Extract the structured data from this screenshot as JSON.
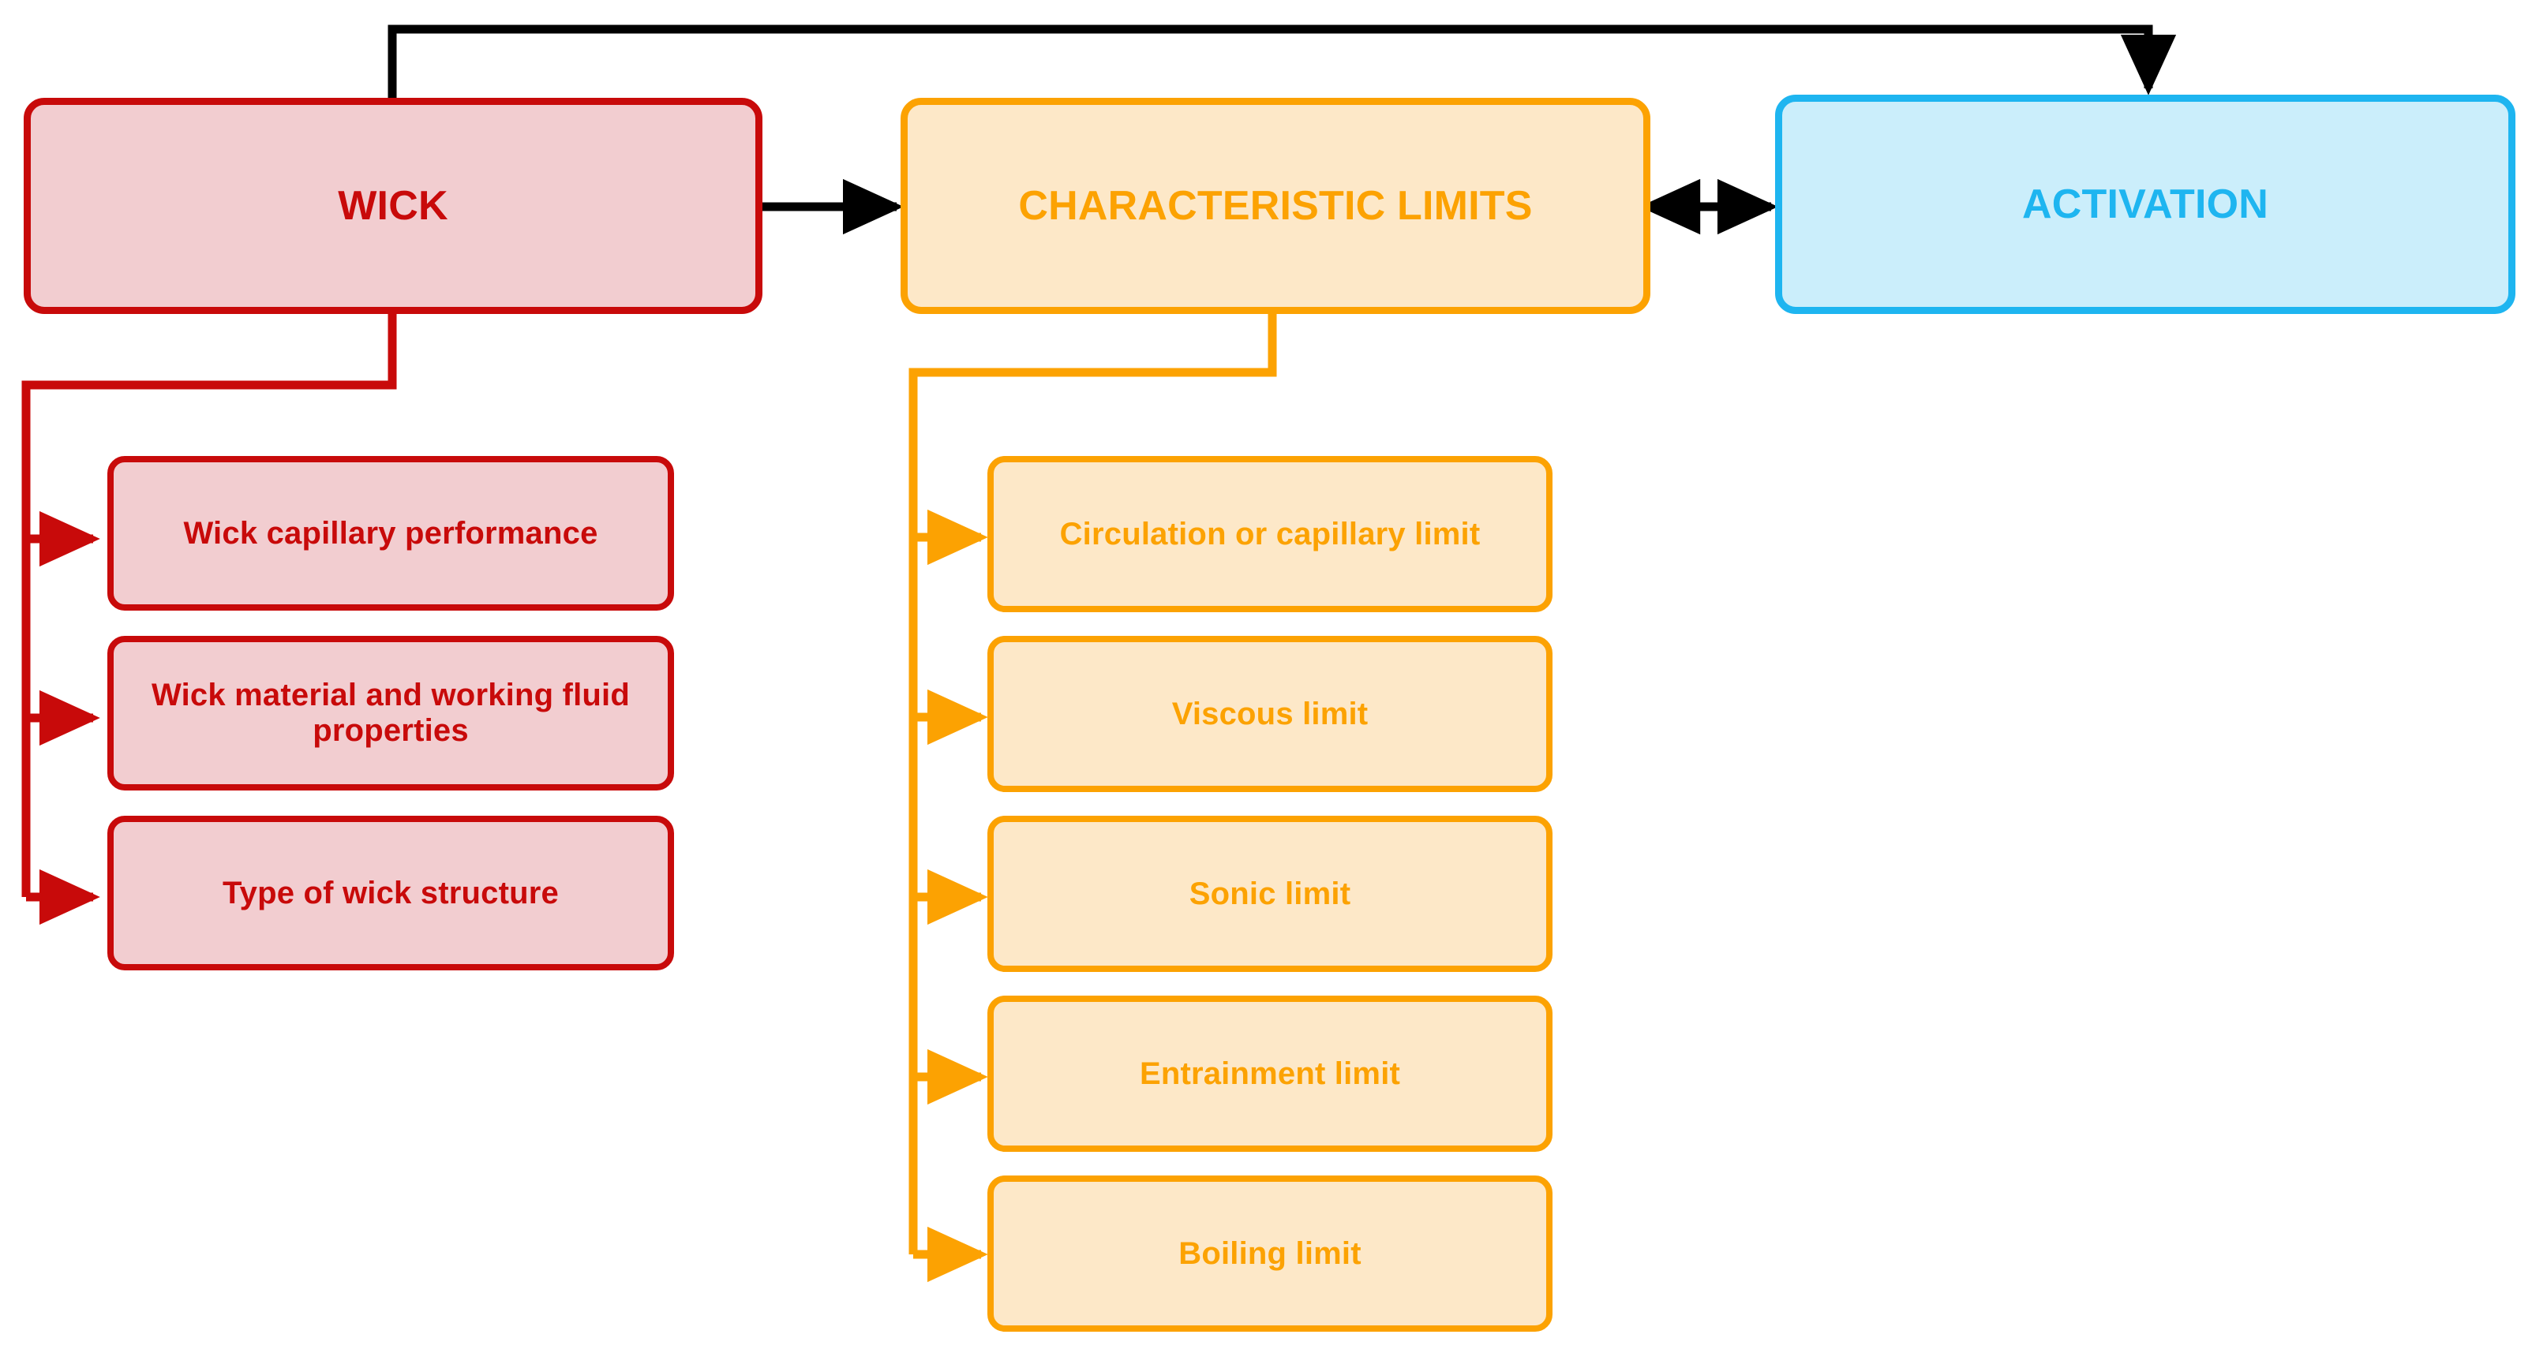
{
  "diagram": {
    "title": "Heat pipe wick and characteristic limits relationship diagram",
    "colors": {
      "red_stroke": "#c80a0a",
      "red_fill": "#f2cdd0",
      "orange_stroke": "#fca202",
      "orange_fill": "#fde8c8",
      "blue_stroke": "#1eb5f0",
      "blue_fill": "#cbeefb",
      "connector_black": "#000000"
    },
    "top_nodes": [
      {
        "id": "wick",
        "label": "WICK",
        "theme": "red"
      },
      {
        "id": "characteristic-limits",
        "label": "CHARACTERISTIC LIMITS",
        "theme": "orange"
      },
      {
        "id": "activation",
        "label": "ACTIVATION",
        "theme": "blue"
      }
    ],
    "wick_children": [
      {
        "id": "wick-capillary-performance",
        "label": "Wick capillary performance"
      },
      {
        "id": "wick-material-and-working-fluid-properties",
        "label": "Wick material and working fluid properties"
      },
      {
        "id": "type-of-wick-structure",
        "label": "Type of wick structure"
      }
    ],
    "limit_children": [
      {
        "id": "circulation-or-capillary-limit",
        "label": "Circulation or capillary limit"
      },
      {
        "id": "viscous-limit",
        "label": "Viscous limit"
      },
      {
        "id": "sonic-limit",
        "label": "Sonic limit"
      },
      {
        "id": "entrainment-limit",
        "label": "Entrainment limit"
      },
      {
        "id": "boiling-limit",
        "label": "Boiling limit"
      }
    ],
    "connectors": [
      {
        "id": "wick-to-characteristic-limits",
        "from": "wick",
        "to": "characteristic-limits",
        "style": "arrow-right",
        "color": "#000000"
      },
      {
        "id": "characteristic-limits-to-activation",
        "from": "characteristic-limits",
        "to": "activation",
        "style": "double-arrow",
        "color": "#000000"
      },
      {
        "id": "wick-to-activation",
        "from": "wick",
        "to": "activation",
        "style": "elbow-arrow-down",
        "color": "#000000"
      },
      {
        "id": "wick-to-children",
        "from": "wick",
        "to": "wick_children",
        "style": "elbow-bus",
        "color": "#c80a0a"
      },
      {
        "id": "limits-to-children",
        "from": "characteristic-limits",
        "to": "limit_children",
        "style": "elbow-bus",
        "color": "#fca202"
      }
    ]
  }
}
